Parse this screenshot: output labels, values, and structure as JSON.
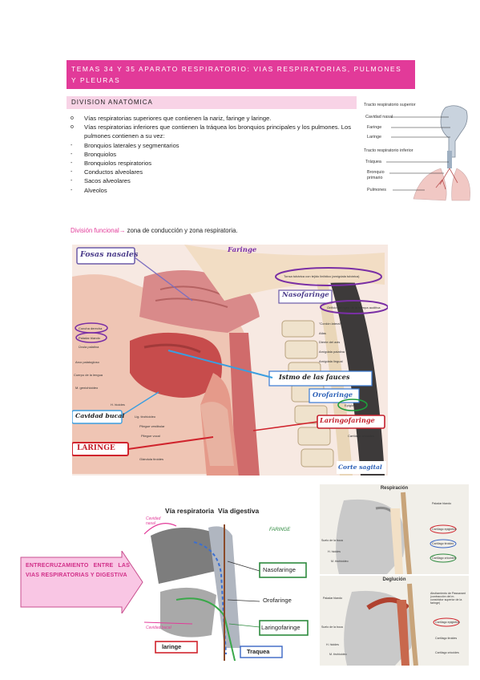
{
  "header": {
    "title": "TEMAS 34 Y 35 APARATO RESPIRATORIO: VIAS RESPIRATORIAS, PULMONES Y PLEURAS",
    "section": "DIVISION ANATÓMICA"
  },
  "list": [
    {
      "marker": "o",
      "text": "Vías respiratorias superiores que contienen la nariz, faringe y laringe."
    },
    {
      "marker": "o",
      "text": "Vías respiratorias inferiores que contienen la tráquea los bronquios principales y los pulmones. Los pulmones contienen a su vez:"
    },
    {
      "marker": "-",
      "text": "Bronquios laterales y segmentarios"
    },
    {
      "marker": "-",
      "text": "Bronquiolos"
    },
    {
      "marker": "-",
      "text": "Bronquiolos respiratorios"
    },
    {
      "marker": "-",
      "text": "Conductos alveolares"
    },
    {
      "marker": "-",
      "text": "Sacos alveolares"
    },
    {
      "marker": "-",
      "text": "Alveolos"
    }
  ],
  "functional": {
    "label": "División funcional",
    "arrow": "→",
    "text": " zona de conducción y zona respiratoria."
  },
  "tract_diagram": {
    "upper": "Tracto respiratorio superior",
    "cavidad": "Cavidad nasal",
    "faringe": "Faringe",
    "laringe": "Laringe",
    "lower": "Tracto respiratorio inferior",
    "traquea": "Tráquea",
    "bronquio": "Bronquio",
    "primario": "primario",
    "pulmones": "Pulmones"
  },
  "anatomy": {
    "fosas": "Fosas nasales",
    "faringe": "Faringe",
    "nasofaringe": "Nasofaringe",
    "istmo": "Istmo de las fauces",
    "orofaringe": "Orofaringe",
    "laringofaringe": "Laringofaringe",
    "cavidad_bucal": "Cavidad bucal",
    "laringe": "LARINGE",
    "corte": "Corte sagital",
    "tonsil": "Tonsa tubárica con tejido linfático (amígdala tubárica)",
    "orificio": "Orificio faríngeo de la trompa auditiva",
    "concha": "Concha derecha",
    "paladar": "Paladar blando",
    "uvula": "Úvula palatina",
    "arco": "Arco palatogloso",
    "lengua": "Cuerpo de la lengua",
    "geniohioideo": "M. geniohioideo",
    "hioides": "H. hioides",
    "tirohioideo": "Lig. tirohioideo",
    "pliegue_v": "Pliegue vestibular",
    "pliegue_vo": "Pliegue vocal",
    "tiroides": "Glándula tiroides",
    "cricoides": "Cartílago cricoides",
    "epiglotis": "Epiglotis",
    "cordon": "\"Cordón lateral\"",
    "atlas": "Atlas",
    "diente": "Diente del axis",
    "am_palatina": "Amígdala palatina",
    "am_lingual": "Amígdala lingual"
  },
  "arrow_box": {
    "text": "ENTRECRUZAMIENTO ENTRE LAS VIAS RESPIRATORIAS Y DIGESTIVA"
  },
  "faringe_fig": {
    "via_resp": "Vía respiratoria",
    "via_dig": "Vía digestiva",
    "cavidad_nasal": "Cavidad nasal",
    "faringe": "FARINGE",
    "nasofaringe": "Nasofaringe",
    "orofaringe": "Orofaringe",
    "laringofaringe": "Laringofaringe",
    "cavidad_bucal": "Cavidad bucal",
    "laringe": "laringe",
    "traquea": "Traquea"
  },
  "resp_fig": {
    "title": "Respiración",
    "paladar": "Paladar blando",
    "epiglotico": "Cartílago epiglótico",
    "tiroides": "Cartílago tiroides",
    "cricoides": "Cartílago cricoides",
    "suelo": "Suelo de la boca",
    "hioides": "H. hioides",
    "tirohioideo": "M. tirohioideo"
  },
  "deg_fig": {
    "title": "Deglución",
    "paladar": "Paladar blando",
    "abultamiento": "Abultamiento de Passavant (contracción del m. constrictor superior de la faringe)",
    "epiglotico": "Cartílago epiglótico",
    "tiroides": "Cartílago tiroides",
    "cricoides": "Cartílago cricoides",
    "suelo": "Suelo de la boca",
    "hioides": "H. hioides",
    "tirohioideo": "M. tirohioideo"
  }
}
